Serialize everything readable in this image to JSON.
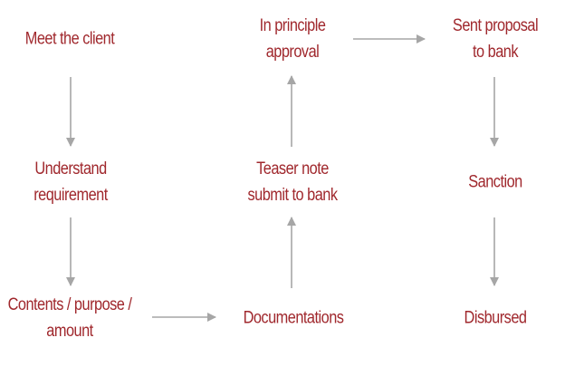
{
  "colors": {
    "node_text": "#a0282d",
    "arrow": "#a6a6a6"
  },
  "nodes": {
    "meet_client": {
      "lines": [
        "Meet the client"
      ]
    },
    "understand_requirement": {
      "lines": [
        "Understand",
        "requirement"
      ]
    },
    "contents_purpose_amount": {
      "lines": [
        "Contents / purpose /",
        "amount"
      ]
    },
    "documentations": {
      "lines": [
        "Documentations"
      ]
    },
    "teaser_note": {
      "lines": [
        "Teaser note",
        "submit to bank"
      ]
    },
    "in_principle_approval": {
      "lines": [
        "In principle",
        "approval"
      ]
    },
    "sent_proposal": {
      "lines": [
        "Sent proposal",
        "to bank"
      ]
    },
    "sanction": {
      "lines": [
        "Sanction"
      ]
    },
    "disbursed": {
      "lines": [
        "Disbursed"
      ]
    }
  }
}
